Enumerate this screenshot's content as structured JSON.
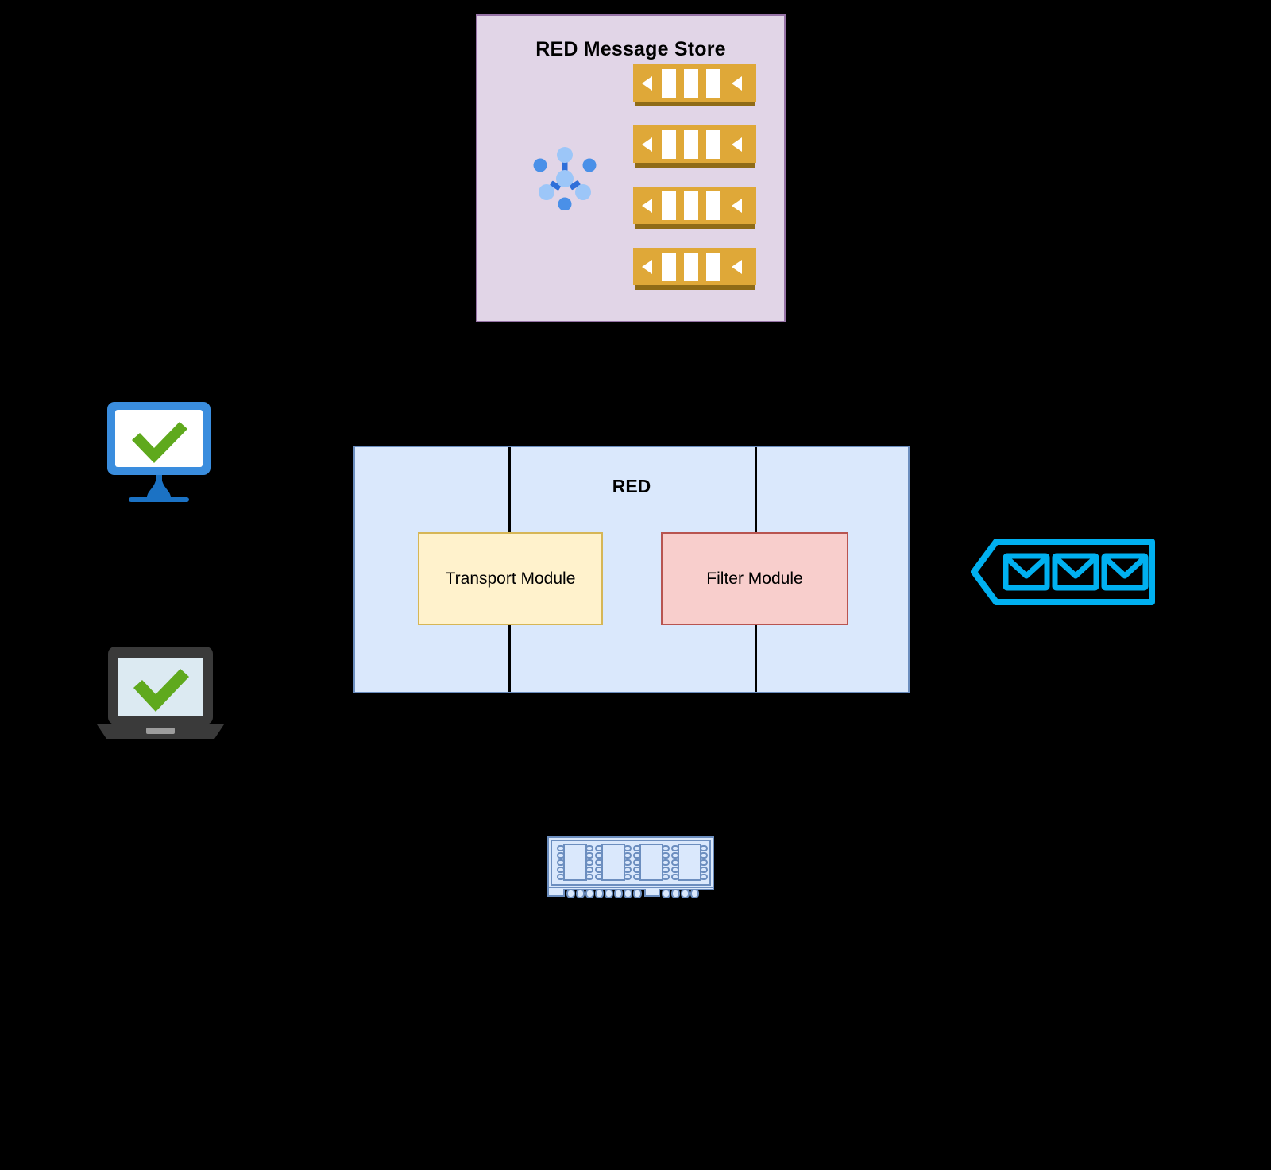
{
  "diagram": {
    "background_color": "#000000",
    "message_store": {
      "title": "RED Message Store",
      "fill": "#E1D5E7",
      "stroke": "#9673A6",
      "cluster_icon": "network-cluster-icon",
      "queue_bars": [
        {
          "label": "message-queue-bar-1",
          "slots": 3
        },
        {
          "label": "message-queue-bar-2",
          "slots": 3
        },
        {
          "label": "message-queue-bar-3",
          "slots": 3
        },
        {
          "label": "message-queue-bar-4",
          "slots": 3
        }
      ],
      "bar_fill": "#DFA838",
      "bar_foot": "#8F6B17"
    },
    "red_container": {
      "title": "RED",
      "fill": "#DAE8FC",
      "stroke": "#6C8EBF",
      "divider_color": "#000000",
      "divider_count": 2,
      "modules": [
        {
          "label": "Transport Module",
          "fill": "#FFF2CC",
          "stroke": "#D6B656"
        },
        {
          "label": "Filter Module",
          "fill": "#F8CECC",
          "stroke": "#B85450"
        }
      ]
    },
    "icons": [
      {
        "name": "monitor-check-icon",
        "colors": {
          "frame": "#3A8DDE",
          "screen": "#FFFFFF",
          "check": "#5FA91D",
          "stand": "#1B72C4"
        }
      },
      {
        "name": "laptop-check-icon",
        "colors": {
          "body": "#3A3A3A",
          "screen": "#DCEAF2",
          "check": "#5FA91D"
        }
      },
      {
        "name": "mail-queue-icon",
        "colors": {
          "stroke": "#00B0F0"
        },
        "envelopes": 3
      },
      {
        "name": "memory-module-icon",
        "colors": {
          "stroke": "#6C8EBF",
          "fill": "#DAE8FC"
        },
        "chips": 4
      }
    ]
  }
}
